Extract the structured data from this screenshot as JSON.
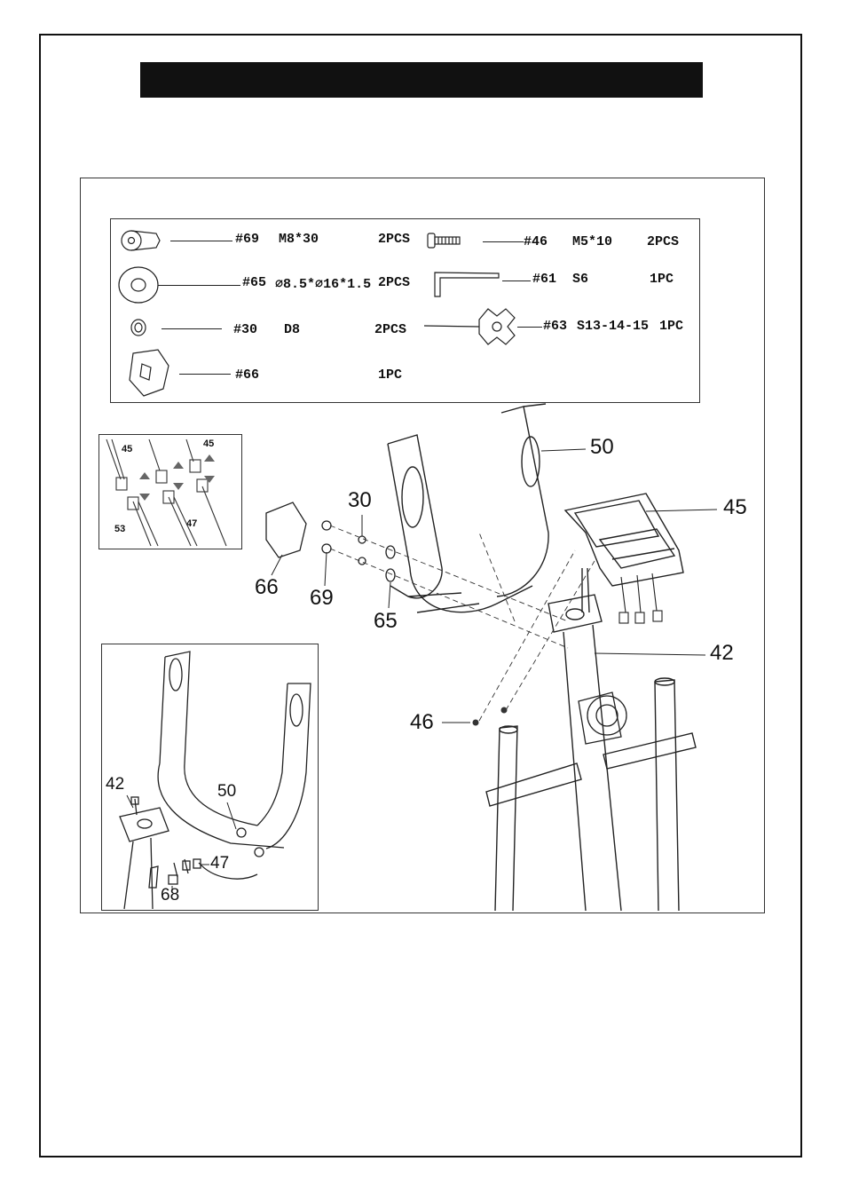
{
  "hardware": [
    {
      "part": "#69",
      "size": "M8*30",
      "qty": "2PCS",
      "icon": "bolt-icon"
    },
    {
      "part": "#46",
      "size": "M5*10",
      "qty": "2PCS",
      "icon": "screw-icon"
    },
    {
      "part": "#65",
      "size": "⌀8.5*⌀16*1.5",
      "qty": "2PCS",
      "icon": "flat-washer-icon"
    },
    {
      "part": "#61",
      "size": "S6",
      "qty": "1PC",
      "icon": "allen-key-icon"
    },
    {
      "part": "#30",
      "size": "D8",
      "qty": "2PCS",
      "icon": "spring-washer-icon"
    },
    {
      "part": "#63",
      "size": "S13-14-15",
      "qty": "1PC",
      "icon": "wrench-screwdriver-icon"
    },
    {
      "part": "#66",
      "size": "",
      "qty": "1PC",
      "icon": "cover-icon"
    }
  ],
  "callouts": {
    "handlebar": "50",
    "console": "45",
    "post": "42",
    "screw": "46",
    "cover": "66",
    "bolt": "69",
    "spring_washer": "30",
    "flat_washer": "65"
  },
  "inset_cables": {
    "console_wire_a": "45",
    "console_wire_b": "45",
    "sensor_wire": "53",
    "handlebar_wire": "47"
  },
  "inset_detail": {
    "post": "42",
    "handlebar": "50",
    "wire": "47",
    "grommet": "68"
  }
}
